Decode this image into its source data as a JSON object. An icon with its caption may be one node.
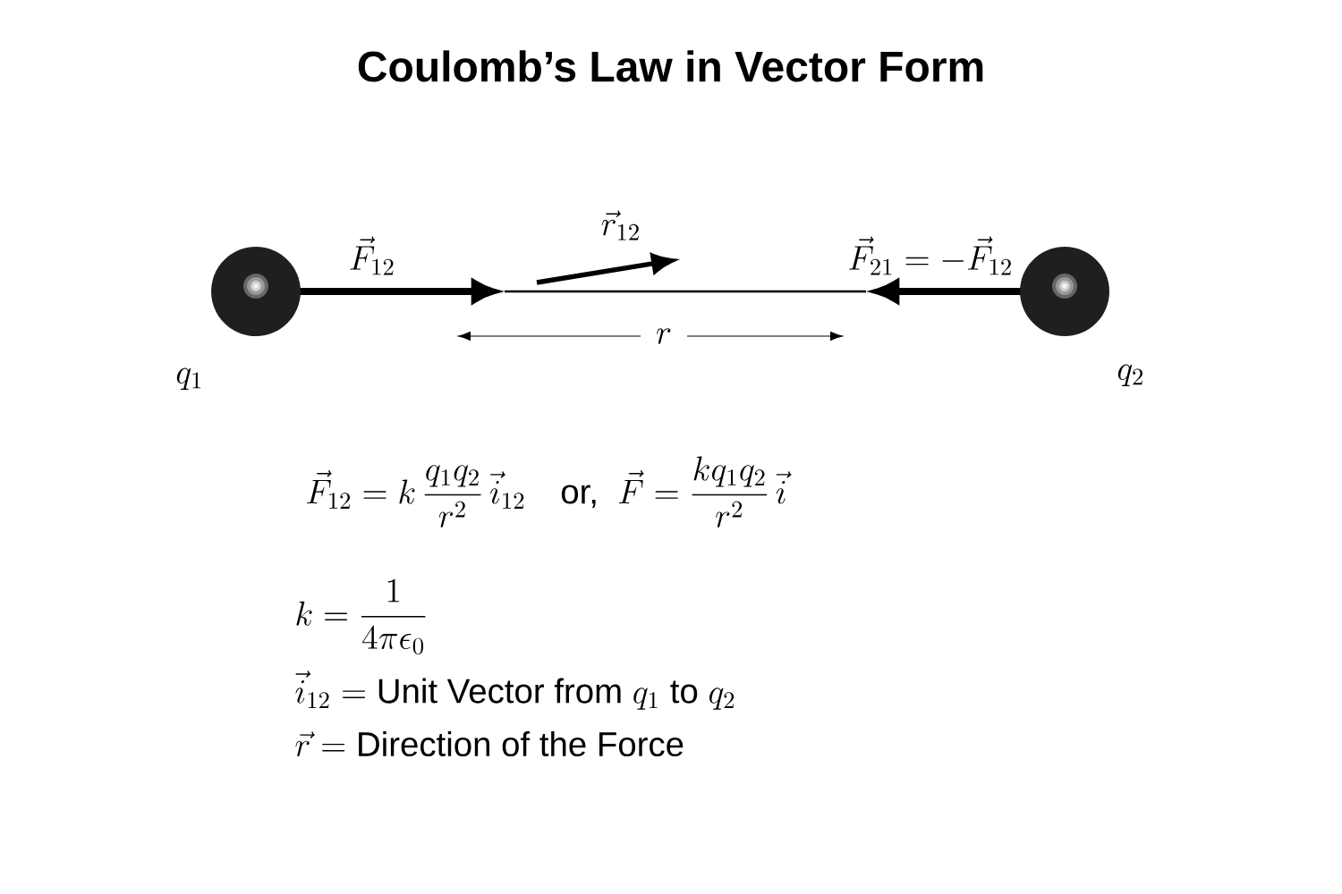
{
  "diagram": {
    "title": "Coulomb’s Law in Vector Form",
    "nodes": [
      {
        "text": [],
        "shape": "circle",
        "beside": [
          "q_1"
        ]
      },
      {
        "text": [],
        "shape": "circle",
        "beside": [
          "q_2"
        ]
      }
    ],
    "labels": [
      "\\vec{F}_{12}",
      "\\vec{r}_{12}",
      "\\vec{F}_{21} = -\\vec{F}_{12}",
      "r",
      "\\vec{F}_{12} = k\\,\\frac{q_1 q_2}{r^2}\\,\\vec{i}_{12} \\quad \\text{or,}\\;\\; \\vec{F} = \\frac{k q_1 q_2}{r^2}\\,\\vec{i}",
      "k = \\frac{1}{4\\pi\\epsilon_0}",
      "\\vec{i}_{12} = \\text{Unit Vector from } q_1 \\text{ to } q_2",
      "\\vec{r} = \\text{Direction of the Force}"
    ]
  }
}
